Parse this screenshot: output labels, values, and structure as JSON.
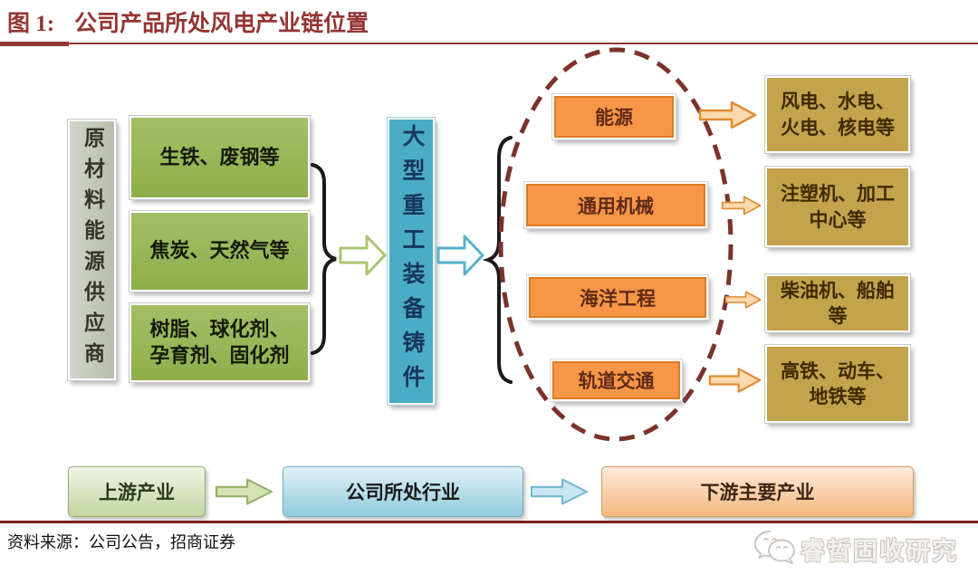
{
  "title": {
    "figure_label": "图 1:",
    "text": "公司产品所处风电产业链位置"
  },
  "upstream": {
    "supplier": "原材料能源供应商",
    "materials": [
      "生铁、废钢等",
      "焦炭、天然气等",
      "树脂、球化剂、孕育剂、固化剂"
    ]
  },
  "company": {
    "product": "大型重工装备铸件"
  },
  "downstream": {
    "sectors": [
      "能源",
      "通用机械",
      "海洋工程",
      "轨道交通"
    ],
    "applications": [
      "风电、水电、火电、核电等",
      "注塑机、加工中心等",
      "柴油机、船舶等",
      "高铁、动车、地铁等"
    ]
  },
  "legend": {
    "upstream": "上游产业",
    "company": "公司所处行业",
    "downstream": "下游主要产业"
  },
  "footer": {
    "source": "资料来源：公司公告，招商证券"
  },
  "watermark": {
    "text": "睿哲固收研究"
  },
  "colors": {
    "title_red": "#943634",
    "ellipse_maroon": "#7b332b",
    "green_box": "#95b553",
    "gray_box": "#c6cabc",
    "blue_box": "#4bacc6",
    "orange_box": "#f79646",
    "tan_box": "#c3a34c",
    "brace_black": "#1a1a1a"
  }
}
